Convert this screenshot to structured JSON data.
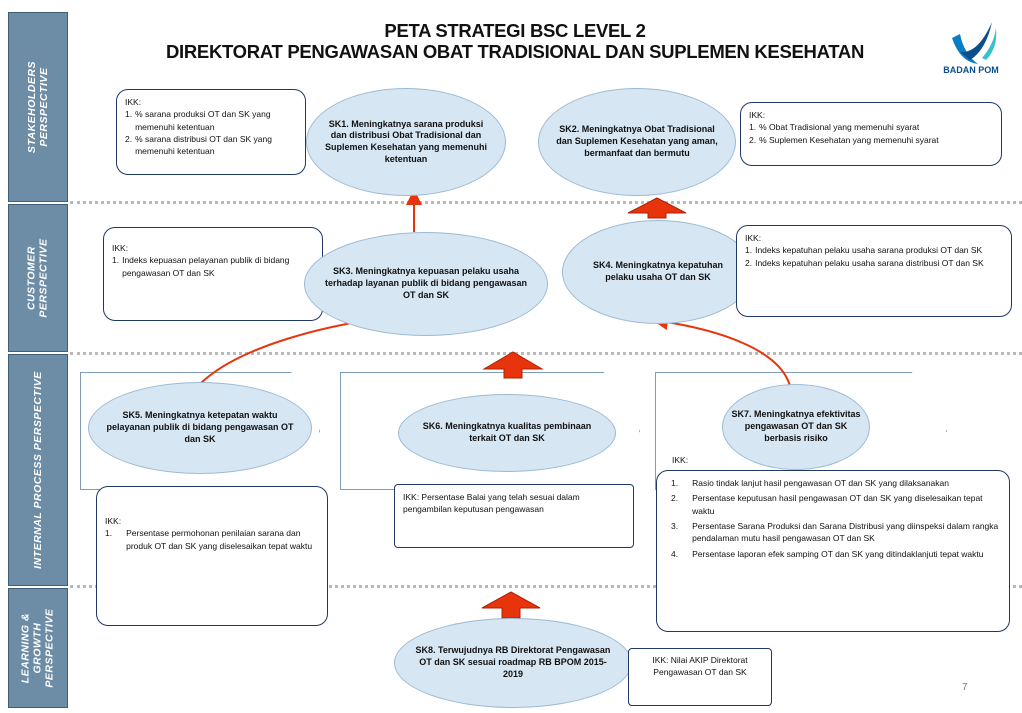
{
  "title": {
    "line1": "PETA STRATEGI BSC LEVEL 2",
    "line2": "DIREKTORAT PENGAWASAN OBAT TRADISIONAL DAN SUPLEMEN KESEHATAN"
  },
  "logo": {
    "text": "BADAN POM"
  },
  "perspectives": {
    "stakeholders": "STAKEHOLDERS\nPERSPECTIVE",
    "customer": "CUSTOMER\nPERSPECTIVE",
    "internal": "INTERNAL PROCESS PERSPECTIVE",
    "learning": "LEARNING &\nGROWTH\nPERSPECTIVE"
  },
  "objectives": {
    "sk1": "SK1. Meningkatnya sarana produksi dan distribusi Obat Tradisional dan Suplemen Kesehatan yang memenuhi ketentuan",
    "sk2": "SK2. Meningkatnya Obat Tradisional dan Suplemen Kesehatan yang aman, bermanfaat dan bermutu",
    "sk3": "SK3. Meningkatnya kepuasan pelaku usaha terhadap layanan publik di bidang pengawasan OT dan SK",
    "sk4": "SK4. Meningkatnya kepatuhan pelaku usaha OT dan SK",
    "sk5": "SK5. Meningkatnya ketepatan waktu pelayanan publik di bidang pengawasan OT dan SK",
    "sk6": "SK6. Meningkatnya kualitas pembinaan terkait OT dan SK",
    "sk7": "SK7. Meningkatnya efektivitas pengawasan OT dan SK berbasis risiko",
    "sk8": "SK8. Terwujudnya RB Direktorat Pengawasan OT dan SK sesuai roadmap RB BPOM 2015-2019"
  },
  "ikk": {
    "label": "IKK:",
    "sk1": [
      {
        "num": "1.",
        "text": "% sarana produksi OT dan SK yang memenuhi ketentuan"
      },
      {
        "num": "2.",
        "text": "% sarana distribusi OT dan SK yang memenuhi ketentuan"
      }
    ],
    "sk2": [
      {
        "num": "1.",
        "text": "% Obat Tradisional yang memenuhi syarat"
      },
      {
        "num": "2.",
        "text": "% Suplemen Kesehatan yang memenuhi syarat"
      }
    ],
    "sk3": [
      {
        "num": "1.",
        "text": "Indeks kepuasan pelayanan publik di bidang pengawasan OT dan SK"
      }
    ],
    "sk4": [
      {
        "num": "1.",
        "text": "Indeks kepatuhan pelaku usaha sarana produksi OT dan SK"
      },
      {
        "num": "2.",
        "text": "Indeks kepatuhan pelaku usaha sarana distribusi OT dan SK"
      }
    ],
    "sk5": [
      {
        "num": "1.",
        "text": "Persentase permohonan penilaian sarana dan produk OT dan SK yang diselesaikan tepat waktu"
      }
    ],
    "sk6": "IKK: Persentase Balai yang telah sesuai dalam pengambilan keputusan pengawasan",
    "sk7": [
      {
        "num": "1.",
        "text": "Rasio tindak lanjut hasil pengawasan OT dan SK yang dilaksanakan"
      },
      {
        "num": "2.",
        "text": "Persentase keputusan hasil pengawasan OT dan SK yang diselesaikan tepat waktu"
      },
      {
        "num": "3.",
        "text": "Persentase Sarana Produksi dan Sarana Distribusi yang diinspeksi dalam rangka pendalaman mutu hasil pengawasan OT dan SK"
      },
      {
        "num": "4.",
        "text": "Persentase laporan efek samping OT dan SK yang ditindaklanjuti tepat waktu"
      }
    ],
    "sk8": "IKK: Nilai AKIP Direktorat Pengawasan OT dan SK"
  },
  "page_number": "7",
  "colors": {
    "sidebar": "#6d8ca6",
    "ellipse_fill": "#d6e6f3",
    "box_border": "#1f3864",
    "arrow_red": "#e8340c"
  }
}
